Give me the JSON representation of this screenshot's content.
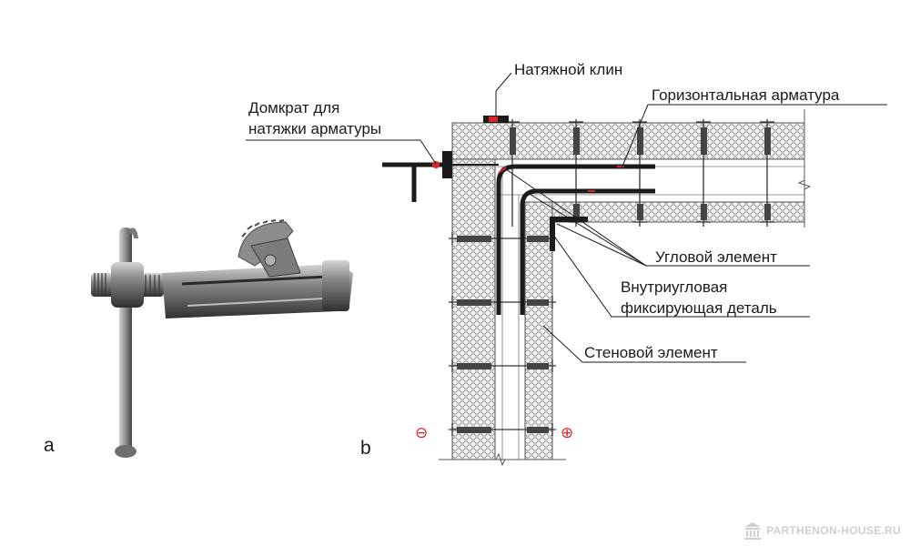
{
  "panels": {
    "a": "a",
    "b": "b"
  },
  "labels": {
    "wedge": "Натяжной клин",
    "jack_line1": "Домкрат для",
    "jack_line2": "натяжки арматуры",
    "horizontal_rebar": "Горизонтальная арматура",
    "corner_element": "Угловой элемент",
    "inner_corner_line1": "Внутриугловая",
    "inner_corner_line2": "фиксирующая деталь",
    "wall_element": "Стеновой элемент"
  },
  "symbols": {
    "minus": "⊖",
    "plus": "⊕"
  },
  "watermark": "PARTHENON-HOUSE.RU",
  "colors": {
    "ink": "#1a1a1a",
    "rebar": "#1b1b1b",
    "accent": "#d9262c",
    "foam": "#e9e9e9",
    "watermark": "#cfcfcf"
  }
}
